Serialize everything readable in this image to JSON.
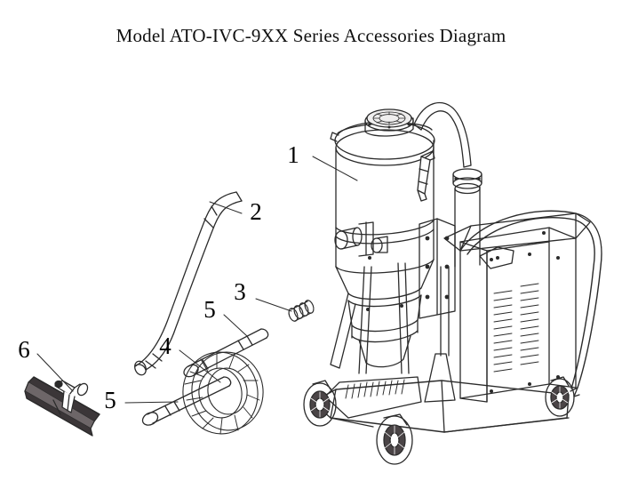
{
  "title": "Model ATO-IVC-9XX Series Accessories Diagram",
  "background_color": "#ffffff",
  "line_color": "#2b2b2b",
  "callouts": [
    {
      "id": "1",
      "label": "1",
      "target": "vacuum-tank-body"
    },
    {
      "id": "2",
      "label": "2",
      "target": "bent-wand-tube"
    },
    {
      "id": "3",
      "label": "3",
      "target": "spring-coupler"
    },
    {
      "id": "4",
      "label": "4",
      "target": "coiled-hose"
    },
    {
      "id": "5a",
      "label": "5",
      "target": "extension-tube-upper"
    },
    {
      "id": "5b",
      "label": "5",
      "target": "extension-tube-lower"
    },
    {
      "id": "6",
      "label": "6",
      "target": "floor-brush-tool"
    }
  ],
  "parts": {
    "machine": "industrial-vacuum-cleaner-on-cart",
    "tank": "cylindrical-dust-tank",
    "top_cap": "vented-motor-top-cap",
    "inlet_hose": "curved-inlet-hose",
    "riser_pipe": "vertical-riser-pipe",
    "handle": "tubular-push-handle",
    "motor_box": "louvered-motor-housing",
    "cone": "tapered-collection-cone",
    "base": "wheeled-cart-base",
    "wheels": "spoked-caster-wheels"
  }
}
